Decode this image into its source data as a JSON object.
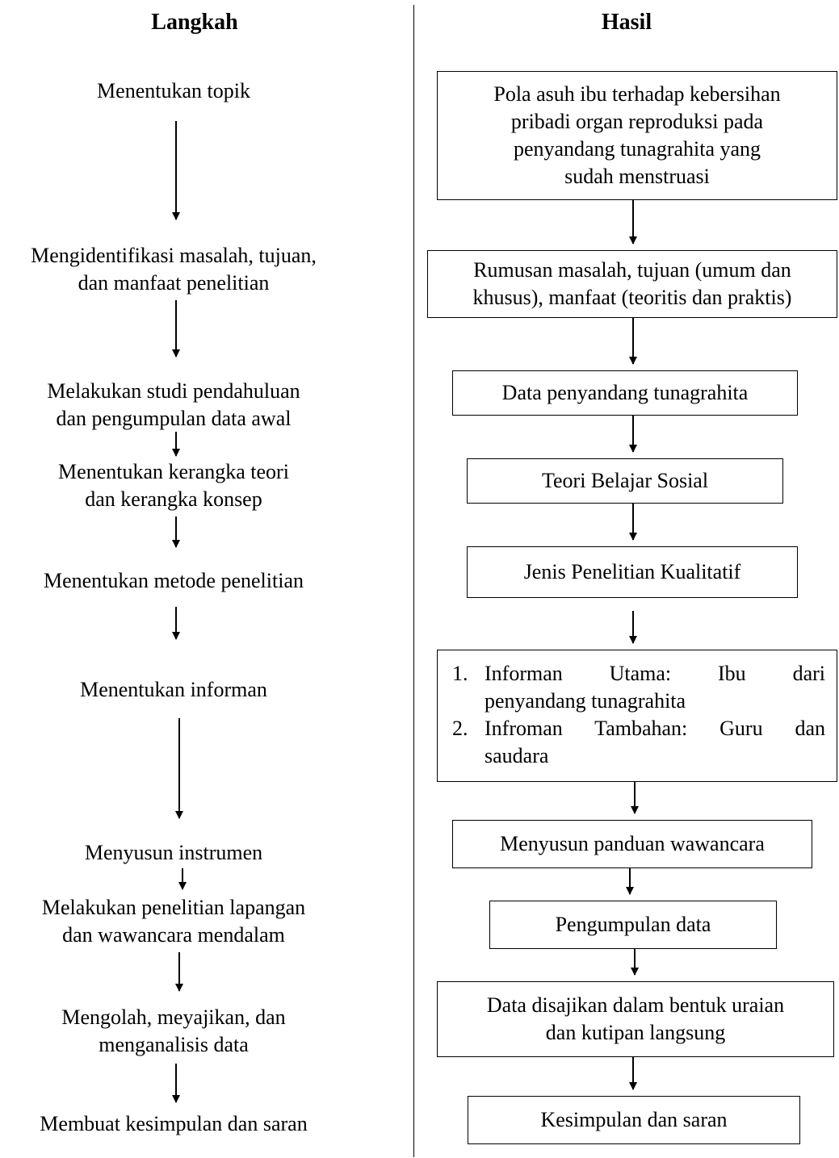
{
  "headers": {
    "left": "Langkah",
    "right": "Hasil"
  },
  "steps": [
    [
      "Menentukan topik"
    ],
    [
      "Mengidentifikasi masalah, tujuan,",
      "dan manfaat penelitian"
    ],
    [
      "Melakukan studi pendahuluan",
      "dan pengumpulan data awal"
    ],
    [
      "Menentukan kerangka teori",
      "dan kerangka konsep"
    ],
    [
      "Menentukan metode penelitian"
    ],
    [
      "Menentukan informan"
    ],
    [
      "Menyusun instrumen"
    ],
    [
      "Melakukan penelitian lapangan",
      "dan wawancara mendalam"
    ],
    [
      "Mengolah, meyajikan, dan",
      "menganalisis data"
    ],
    [
      "Membuat kesimpulan dan saran"
    ]
  ],
  "results": [
    [
      "Pola  asuh ibu terhadap kebersihan",
      "pribadi organ reproduksi pada",
      "penyandang tunagrahita yang",
      "sudah menstruasi"
    ],
    [
      "Rumusan masalah, tujuan (umum dan",
      "khusus), manfaat (teoritis dan praktis)"
    ],
    [
      "Data penyandang tunagrahita"
    ],
    [
      "Teori Belajar Sosial"
    ],
    [
      "Jenis Penelitian Kualitatif"
    ],
    [],
    [
      "Menyusun panduan wawancara"
    ],
    [
      "Pengumpulan data"
    ],
    [
      "Data disajikan dalam bentuk uraian",
      "dan kutipan langsung"
    ],
    [
      "Kesimpulan dan saran"
    ]
  ],
  "informan": {
    "items": [
      {
        "num": "1.",
        "line1": "Informan    Utama:    Ibu    dari",
        "line2": "penyandang tunagrahita"
      },
      {
        "num": "2.",
        "line1": "Infroman   Tambahan:   Guru   dan",
        "line2": "saudara"
      }
    ]
  }
}
